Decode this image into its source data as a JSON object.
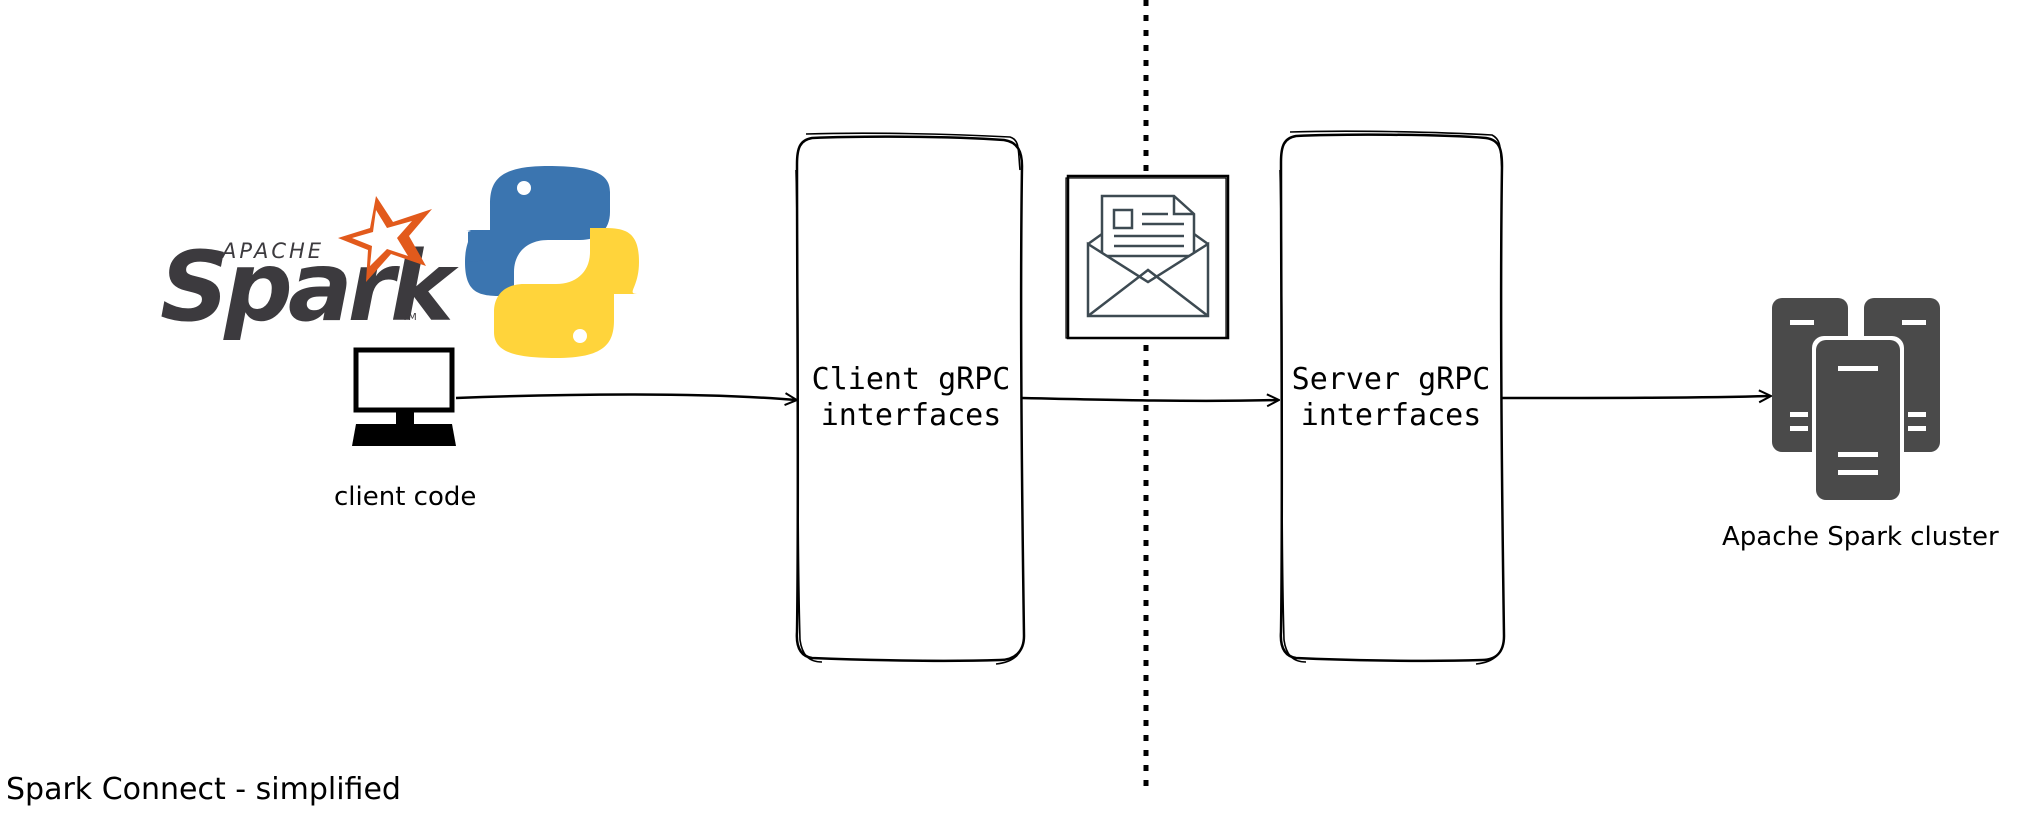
{
  "logos": {
    "spark": {
      "apache_text": "APACHE",
      "spark_text": "Spark",
      "tm": "TM",
      "star_color": "#e25a1c",
      "text_color": "#3c3a3e"
    },
    "python": {
      "blue": "#3b75b0",
      "yellow": "#ffd43b"
    }
  },
  "client": {
    "icon": "computer-monitor-icon",
    "label": "client code"
  },
  "boxes": {
    "client_grpc": "Client gRPC\ninterfaces",
    "server_grpc": "Server gRPC\ninterfaces"
  },
  "message": {
    "icon": "envelope-document-icon"
  },
  "cluster": {
    "icon": "server-cluster-icon",
    "label": "Apache Spark cluster",
    "color": "#4a4a4a"
  },
  "footer": {
    "title": "Spark Connect - simplified"
  }
}
